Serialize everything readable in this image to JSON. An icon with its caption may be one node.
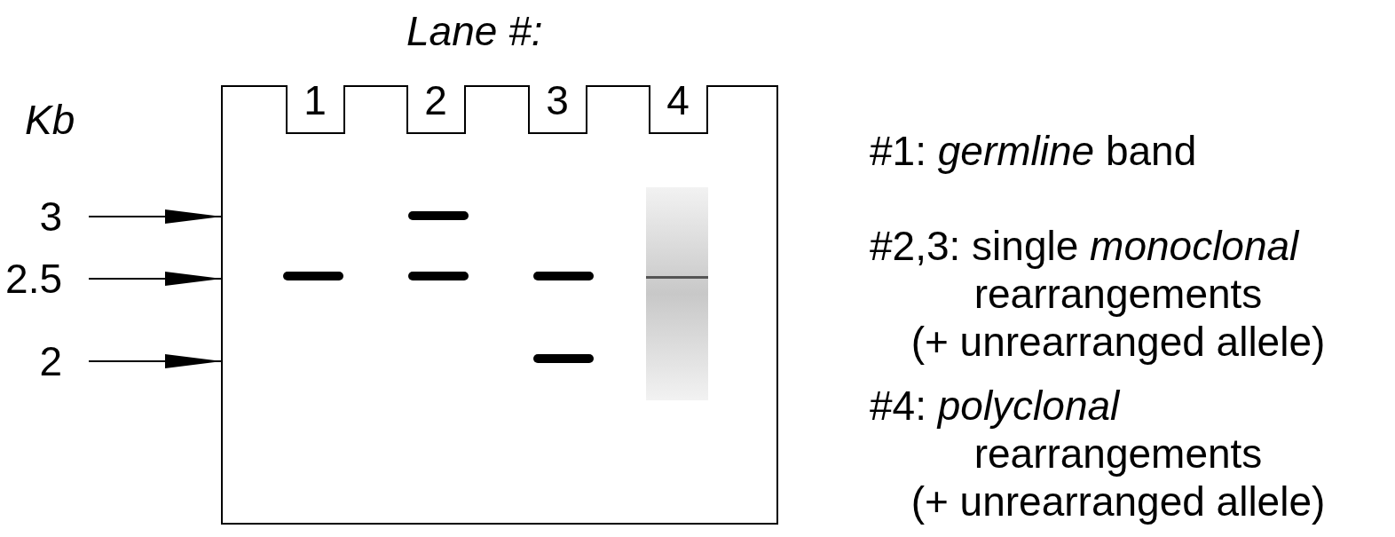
{
  "diagram": {
    "nodes": [
      {
        "text": [],
        "shape": "box"
      },
      {
        "text": [
          "3"
        ]
      },
      {
        "text": [
          "2.5"
        ]
      },
      {
        "text": [
          "2"
        ]
      }
    ],
    "edges": [
      {
        "from": 1,
        "to": 0,
        "arrow": "to"
      },
      {
        "from": 2,
        "to": 0,
        "arrow": "to"
      },
      {
        "from": 3,
        "to": 0,
        "arrow": "to"
      }
    ],
    "labels": [
      "Lane #:",
      "Kb",
      "1",
      "2",
      "3",
      "4",
      "#1: *germline* band",
      "#2,3: single *monoclonal* rearrangements (+ unrearranged allele)",
      "#4: *polyclonal* rearrangements (+ unrearranged allele)"
    ]
  }
}
